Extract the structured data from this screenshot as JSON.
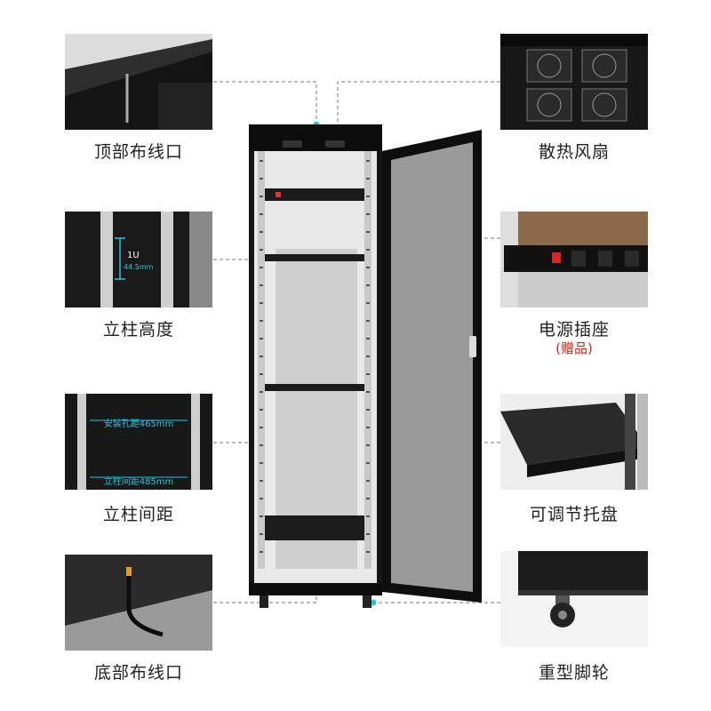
{
  "features": {
    "top_left": {
      "label": "顶部布线口"
    },
    "top_right": {
      "label": "散热风扇"
    },
    "mid_left": {
      "label": "立柱高度",
      "unit_label": "1U",
      "height_label": "44.5mm"
    },
    "mid_right": {
      "label": "电源插座",
      "note": "(赠品)"
    },
    "low_left": {
      "label": "立柱间距",
      "mount_hole_label": "安装孔距465mm",
      "post_spacing_label": "立柱间距485mm"
    },
    "low_right": {
      "label": "可调节托盘"
    },
    "bottom_left": {
      "label": "底部布线口"
    },
    "bottom_right": {
      "label": "重型脚轮"
    }
  },
  "colors": {
    "accent": "#1ec8e0",
    "note_red": "#e0201c",
    "label_text": "#222222",
    "cabinet": "#111111"
  }
}
